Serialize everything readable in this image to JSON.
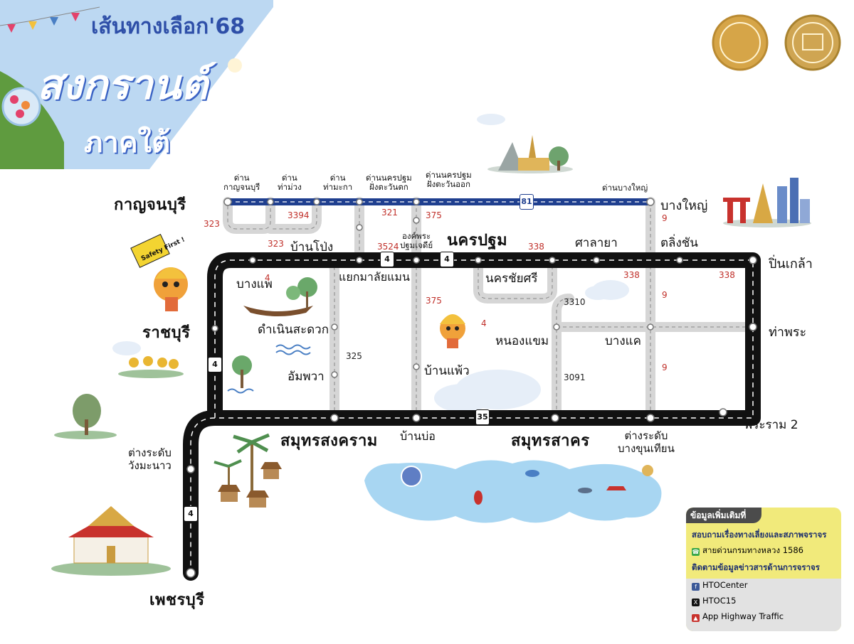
{
  "banner": {
    "title_top": "เส้นทางเลือก'68",
    "title_main": "สงกรานต์",
    "title_region": "ภาคใต้"
  },
  "mascot_sign": "Safety First !",
  "cities": {
    "kanchanaburi": "กาญจนบุรี",
    "bangyai": "บางใหญ่",
    "nakhonpathom": "นครปฐม",
    "ratchaburi": "ราชบุรี",
    "phetchaburi": "เพชรบุรี",
    "samutsongkhram": "สมุทรสงคราม",
    "samutsakhon": "สมุทรสาคร"
  },
  "places": {
    "banpong": "บ้านโป่ง",
    "bangphae": "บางแพ",
    "yaek_malai": "แยกมาลัยแมน",
    "salaya": "ศาลายา",
    "talingchan": "ตลิ่งชัน",
    "pinklao": "ปิ่นเกล้า",
    "nakhonchaisi": "นครชัยศรี",
    "thaphra": "ท่าพระ",
    "damnoen": "ดำเนินสะดวก",
    "nongkhaem": "หนองแขม",
    "bangkhae": "บางแค",
    "amphawa": "อัมพวา",
    "banphaeo": "บ้านแพ้ว",
    "banbo": "บ้านบ่อ",
    "rama2": "พระราม 2",
    "wangmanao": "ต่างระดับ\nวังมะนาว",
    "bangkhunthian": "ต่างระดับ\nบางขุนเทียน",
    "ongphra": "องค์พระ\nปฐมเจดีย์"
  },
  "tolls": {
    "t1": "ด่าน\nกาญจนบุรี",
    "t2": "ด่าน\nท่าม่วง",
    "t3": "ด่าน\nท่ามะกา",
    "t4": "ด่านนครปฐม\nฝั่งตะวันตก",
    "t5": "ด่านนครปฐม\nฝั่งตะวันออก",
    "t6": "ด่านบางใหญ่"
  },
  "routes": {
    "r323a": "323",
    "r323b": "323",
    "r3394": "3394",
    "r321": "321",
    "r375a": "375",
    "r3524": "3524",
    "r338a": "338",
    "r338b": "338",
    "r338c": "338",
    "r9a": "9",
    "r9b": "9",
    "r9c": "9",
    "r4a": "4",
    "r4b": "4",
    "r3310": "3310",
    "r375b": "375",
    "r325": "325",
    "r3091": "3091"
  },
  "shields": {
    "s4a": "4",
    "s4b": "4",
    "s4c": "4",
    "s4d": "4",
    "s35": "35",
    "s81": "81"
  },
  "info": {
    "header": "ข้อมูลเพิ่มเติมที่",
    "ask": "สอบถามเรื่องทางเลี่ยงและสภาพจราจร",
    "hotline": "สายด่วนกรมทางหลวง 1586",
    "follow": "ติดตามข้อมูลข่าวสารด้านการจราจร",
    "facebook": "HTOCenter",
    "x": "HTOC15",
    "app": "App Highway Traffic"
  },
  "colors": {
    "main_road": "#111111",
    "motorway": "#1f3f8f",
    "secondary_road": "#d6d6d6",
    "route_number": "#c0302a",
    "info_box": "#f1ea7b",
    "banner_sky": "#bcd8f2"
  }
}
